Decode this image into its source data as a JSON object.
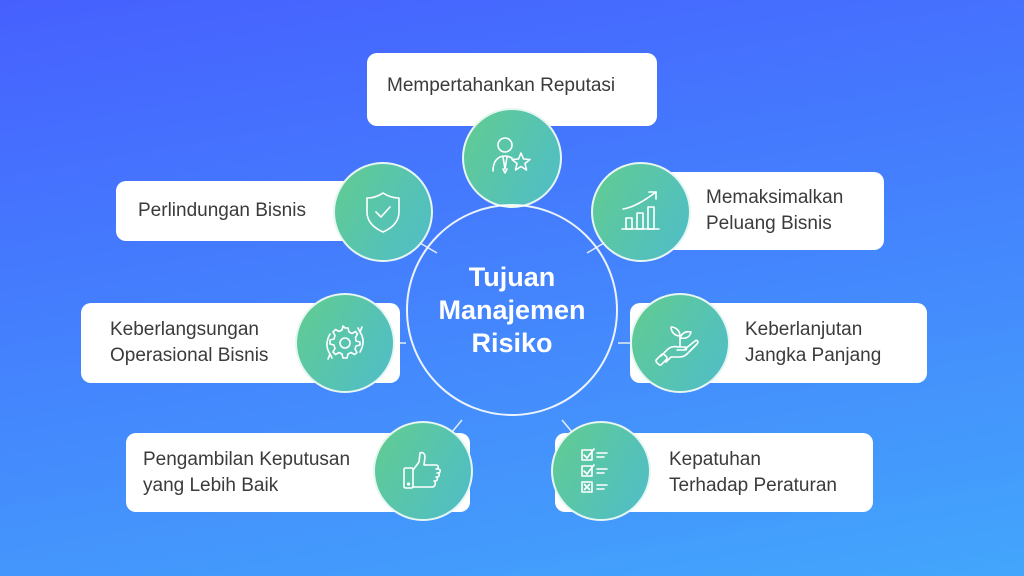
{
  "diagram": {
    "title_lines": [
      "Tujuan",
      "Manajemen",
      "Risiko"
    ],
    "colors": {
      "background_top": "#4660FE",
      "background_bottom": "#43A6FC",
      "node_gradient_start": "#62CC8E",
      "node_gradient_end": "#50BCC8",
      "box_background": "#FFFFFF",
      "box_text": "#3B3B3B",
      "center_text": "#FFFFFF"
    },
    "items": [
      {
        "lines": [
          "Mempertahankan Reputasi"
        ],
        "icon": "person-star-icon"
      },
      {
        "lines": [
          "Perlindungan Bisnis"
        ],
        "icon": "shield-check-icon"
      },
      {
        "lines": [
          "Memaksimalkan",
          "Peluang Bisnis"
        ],
        "icon": "growth-chart-icon"
      },
      {
        "lines": [
          "Keberlangsungan",
          "Operasional Bisnis"
        ],
        "icon": "gear-cycle-icon"
      },
      {
        "lines": [
          "Keberlanjutan",
          "Jangka Panjang"
        ],
        "icon": "hand-plant-icon"
      },
      {
        "lines": [
          "Pengambilan Keputusan",
          "yang Lebih Baik"
        ],
        "icon": "thumbs-up-icon"
      },
      {
        "lines": [
          "Kepatuhan",
          "Terhadap Peraturan"
        ],
        "icon": "checklist-icon"
      }
    ]
  }
}
